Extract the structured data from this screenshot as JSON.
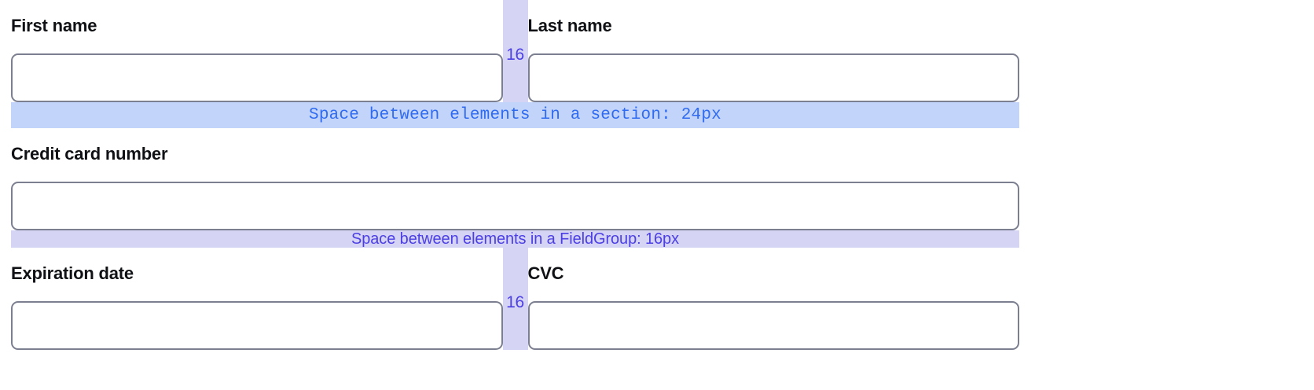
{
  "form": {
    "rows": [
      {
        "type": "pair",
        "left": {
          "label": "First name",
          "value": "",
          "placeholder": ""
        },
        "gap": {
          "value": "16"
        },
        "right": {
          "label": "Last name",
          "value": "",
          "placeholder": ""
        }
      },
      {
        "type": "banner",
        "text": "Space between elements in a section: 24px",
        "style": "section"
      },
      {
        "type": "single",
        "field": {
          "label": "Credit card number",
          "value": "",
          "placeholder": ""
        }
      },
      {
        "type": "banner",
        "text": "Space between elements in a FieldGroup: 16px",
        "style": "group"
      },
      {
        "type": "pair",
        "left": {
          "label": "Expiration date",
          "value": "",
          "placeholder": ""
        },
        "gap": {
          "value": "16"
        },
        "right": {
          "label": "CVC",
          "value": "",
          "placeholder": ""
        }
      }
    ]
  },
  "labels": {
    "first_name": "First name",
    "last_name": "Last name",
    "credit_card_number": "Credit card number",
    "expiration_date": "Expiration date",
    "cvc": "CVC"
  },
  "annotations": {
    "gap_top": "16",
    "gap_bottom": "16",
    "section_spacing": "Space between elements in a section: 24px",
    "fieldgroup_spacing": "Space between elements in a FieldGroup: 16px"
  },
  "colors": {
    "section_banner_bg": "#c3d4fb",
    "section_banner_text": "#2f6bf0",
    "group_banner_bg": "#d6d4f5",
    "group_banner_text": "#4b3fe4",
    "input_border": "#7b7f8f",
    "label_text": "#101114",
    "page_bg": "#ffffff"
  }
}
